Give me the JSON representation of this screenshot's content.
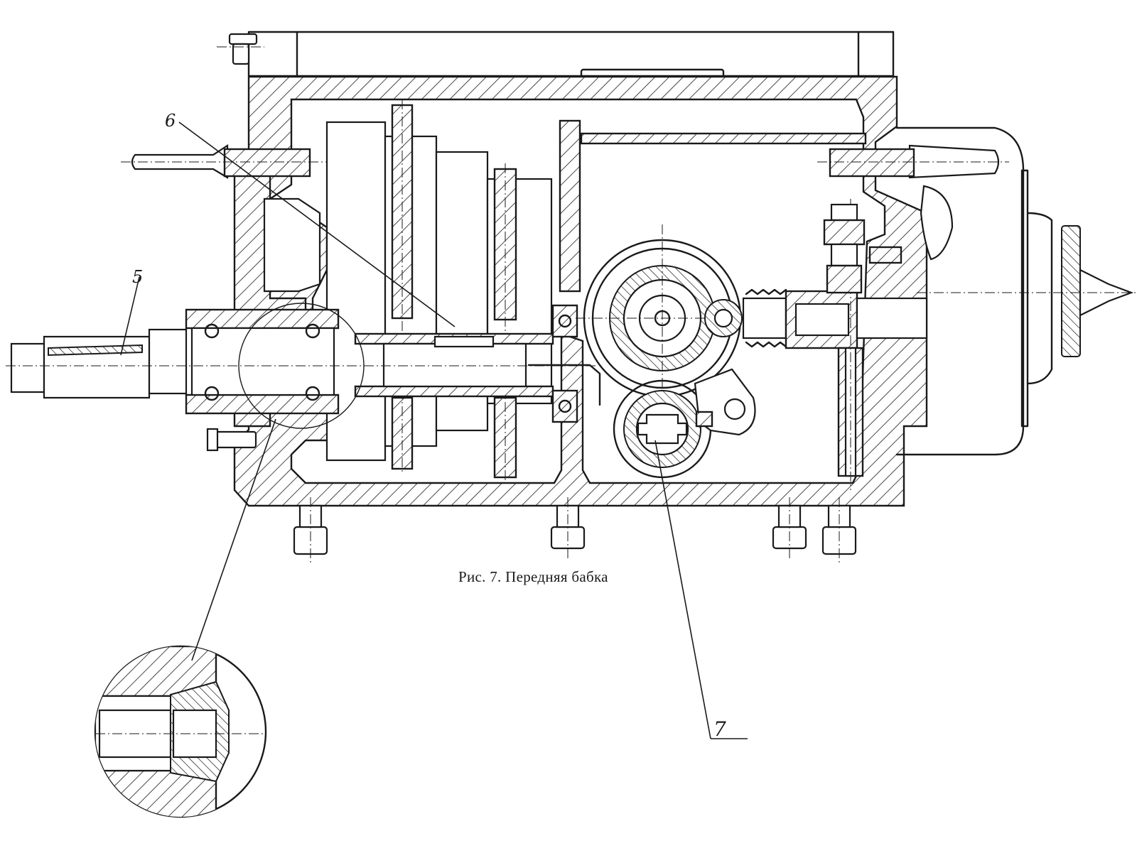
{
  "figure": {
    "caption": "Рис. 7. Передняя бабка",
    "callouts": {
      "five": "5",
      "six": "6",
      "seven": "7"
    }
  },
  "colors": {
    "ink": "#1a1a1a",
    "paper": "#ffffff"
  }
}
